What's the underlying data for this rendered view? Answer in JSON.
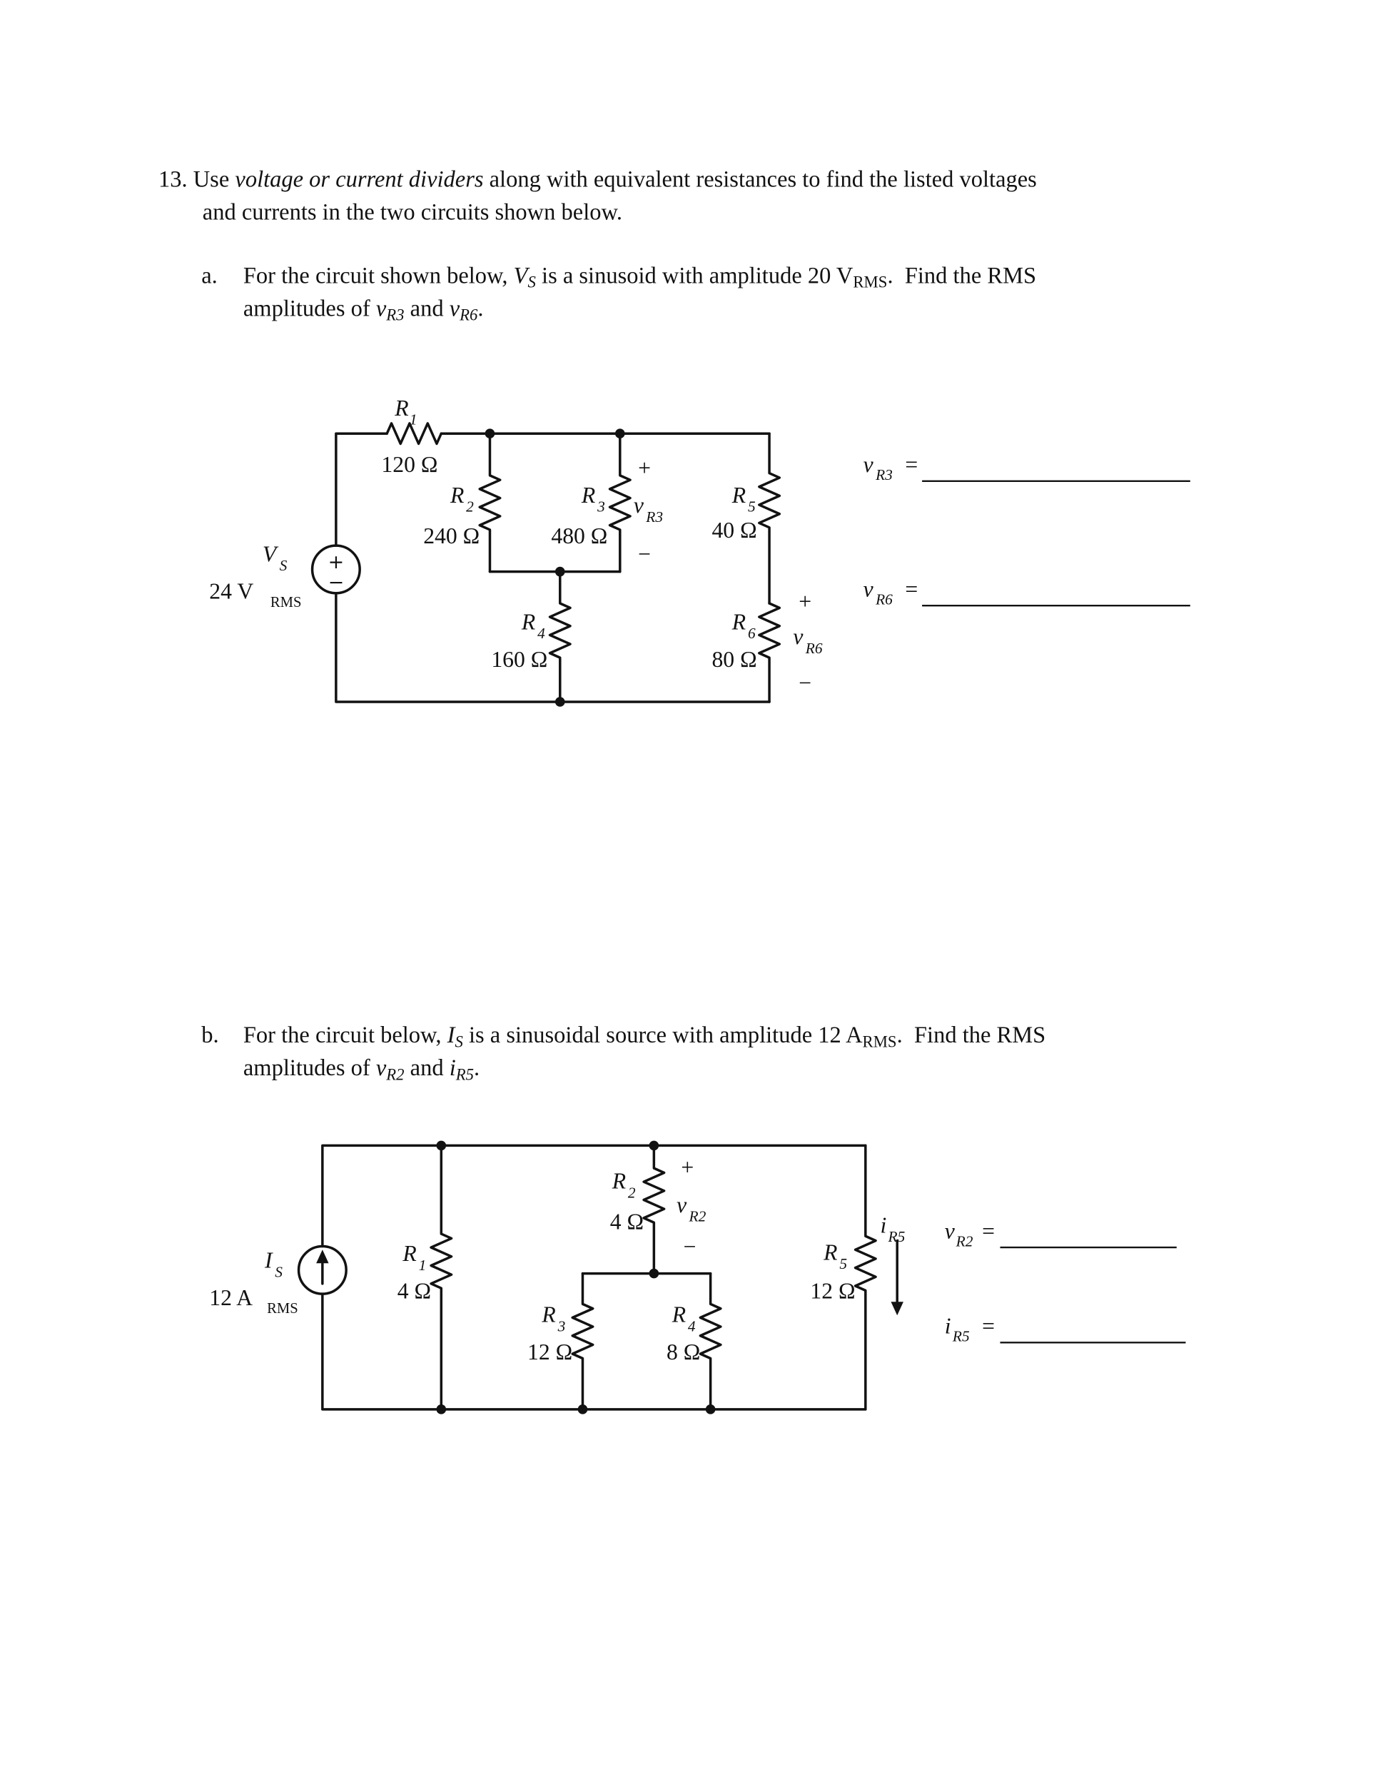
{
  "colors": {
    "ink": "#121212",
    "paper": "#ffffff"
  },
  "intro": {
    "number": "13.",
    "seg1": " Use ",
    "seg2": "voltage or current dividers",
    "seg3": " along with equivalent resistances to find the listed voltages",
    "line2": "and currents in the two circuits shown below."
  },
  "part_a": {
    "label": "a.",
    "l1": [
      "For the circuit shown below, ",
      "V",
      "S",
      " is a sinusoid with amplitude 20 V",
      "RMS",
      ".  Find the RMS"
    ],
    "l2": [
      "amplitudes of ",
      "v",
      "R3",
      " and ",
      "v",
      "R6",
      "."
    ]
  },
  "part_b": {
    "label": "b.",
    "l1": [
      "For the circuit below, ",
      "I",
      "S",
      " is a sinusoidal source with amplitude 12 A",
      "RMS",
      ".  Find the RMS"
    ],
    "l2": [
      "amplitudes of ",
      "v",
      "R2",
      " and ",
      "i",
      "R5",
      "."
    ]
  },
  "circuit_a": {
    "source": {
      "name": "V",
      "name_sub": "S",
      "value": "24 V",
      "value_sub": "RMS",
      "plus": "+",
      "minus": "−"
    },
    "r1": {
      "name": "R",
      "sub": "1",
      "value": "120 Ω"
    },
    "r2": {
      "name": "R",
      "sub": "2",
      "value": "240 Ω"
    },
    "r3": {
      "name": "R",
      "sub": "3",
      "value": "480 Ω"
    },
    "r4": {
      "name": "R",
      "sub": "4",
      "value": "160 Ω"
    },
    "r5": {
      "name": "R",
      "sub": "5",
      "value": "40 Ω"
    },
    "r6": {
      "name": "R",
      "sub": "6",
      "value": "80 Ω"
    },
    "vr3": {
      "plus": "+",
      "name": "v",
      "sub": "R3",
      "minus": "−"
    },
    "vr6": {
      "plus": "+",
      "name": "v",
      "sub": "R6",
      "minus": "−"
    },
    "ans_vr3": {
      "name": "v",
      "sub": "R3",
      "eq": "="
    },
    "ans_vr6": {
      "name": "v",
      "sub": "R6",
      "eq": "="
    }
  },
  "circuit_b": {
    "source": {
      "name": "I",
      "name_sub": "S",
      "value": "12 A",
      "value_sub": "RMS"
    },
    "r1": {
      "name": "R",
      "sub": "1",
      "value": "4 Ω"
    },
    "r2": {
      "name": "R",
      "sub": "2",
      "value": "4 Ω"
    },
    "r3": {
      "name": "R",
      "sub": "3",
      "value": "12 Ω"
    },
    "r4": {
      "name": "R",
      "sub": "4",
      "value": "8 Ω"
    },
    "r5": {
      "name": "R",
      "sub": "5",
      "value": "12 Ω"
    },
    "vr2": {
      "plus": "+",
      "name": "v",
      "sub": "R2",
      "minus": "−"
    },
    "ir5": {
      "name": "i",
      "sub": "R5"
    },
    "ans_vr2": {
      "name": "v",
      "sub": "R2",
      "eq": "="
    },
    "ans_ir5": {
      "name": "i",
      "sub": "R5",
      "eq": "="
    }
  }
}
